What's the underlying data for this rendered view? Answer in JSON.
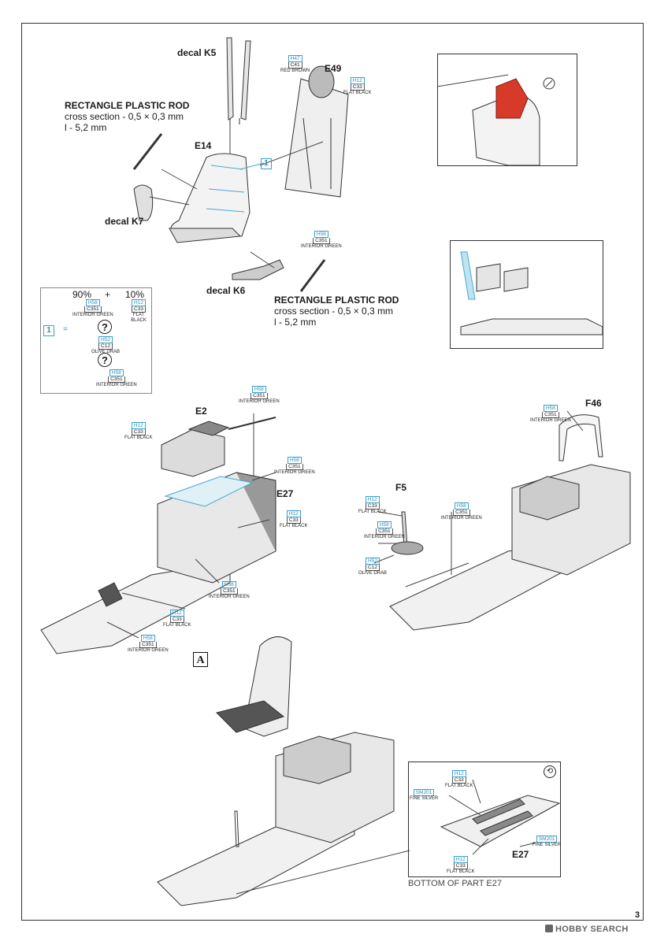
{
  "parts": {
    "e49": "E49",
    "e14": "E14",
    "e2": "E2",
    "e27": "E27",
    "f5": "F5",
    "f46": "F46",
    "e27_bottom": "E27"
  },
  "decals": {
    "k5": "decal K5",
    "k7": "decal K7",
    "k6": "decal K6"
  },
  "rod_top": {
    "title": "RECTANGLE PLASTIC ROD",
    "cross": "cross section - 0,5 × 0,3 mm",
    "length": "l - 5,2 mm"
  },
  "rod_mid": {
    "title": "RECTANGLE PLASTIC ROD",
    "cross": "cross section - 0,5 × 0,3 mm",
    "length": "l - 5,2 mm"
  },
  "step_marker": "1",
  "mix": {
    "pct1": "90%",
    "plus": "+",
    "pct2": "10%",
    "a": {
      "h": "H58",
      "c": "C351",
      "n": "INTERIOR GREEN"
    },
    "b": {
      "h": "H12",
      "c": "C33",
      "n": "FLAT BLACK"
    },
    "step": "1",
    "eq": "=",
    "q": "?",
    "d": {
      "h": "H52",
      "c": "C12",
      "n": "OLIVE DRAB"
    },
    "e": {
      "h": "H58",
      "c": "C351",
      "n": "INTERIOR GREEN"
    }
  },
  "codes": {
    "red_brown": {
      "h": "H47",
      "c": "C41",
      "n": "RED BROWN"
    },
    "seat_black": {
      "h": "H12",
      "c": "C33",
      "n": "FLAT BLACK"
    },
    "seat_green": {
      "h": "H58",
      "c": "C351",
      "n": "INTERIOR GREEN"
    },
    "e2_black": {
      "h": "H12",
      "c": "C33",
      "n": "FLAT BLACK"
    },
    "e2_green": {
      "h": "H58",
      "c": "C351",
      "n": "INTERIOR GREEN"
    },
    "e27_green": {
      "h": "H58",
      "c": "C351",
      "n": "INTERIOR GREEN"
    },
    "e27_black": {
      "h": "H12",
      "c": "C33",
      "n": "FLAT BLACK"
    },
    "floor_green": {
      "h": "H58",
      "c": "C351",
      "n": "INTERIOR GREEN"
    },
    "floor_black": {
      "h": "H12",
      "c": "C33",
      "n": "FLAT BLACK"
    },
    "floor_green2": {
      "h": "H58",
      "c": "C351",
      "n": "INTERIOR GREEN"
    },
    "f46_green": {
      "h": "H58",
      "c": "C351",
      "n": "INTERIOR GREEN"
    },
    "f5_black": {
      "h": "H12",
      "c": "C33",
      "n": "FLAT BLACK"
    },
    "f5_green": {
      "h": "H58",
      "c": "C351",
      "n": "INTERIOR GREEN"
    },
    "f5_drab": {
      "h": "H52",
      "c": "C12",
      "n": "OLIVE DRAB"
    },
    "right_green": {
      "h": "H58",
      "c": "C351",
      "n": "INTERIOR GREEN"
    },
    "bot_black": {
      "h": "H12",
      "c": "C33",
      "n": "FLAT BLACK"
    },
    "bot_silver": {
      "h": "SM201",
      "n": "FINE SILVER"
    },
    "bot_silver2": {
      "h": "SM201",
      "n": "FINE SILVER"
    },
    "bot_black2": {
      "h": "H12",
      "c": "C33",
      "n": "FLAT BLACK"
    }
  },
  "section": "A",
  "bottom_caption": "BOTTOM OF PART E27",
  "page_number": "3",
  "watermark": "HOBBY SEARCH",
  "colors": {
    "accent": "#3aa0c8",
    "decal_red": "#d83a2a",
    "line": "#333333"
  }
}
